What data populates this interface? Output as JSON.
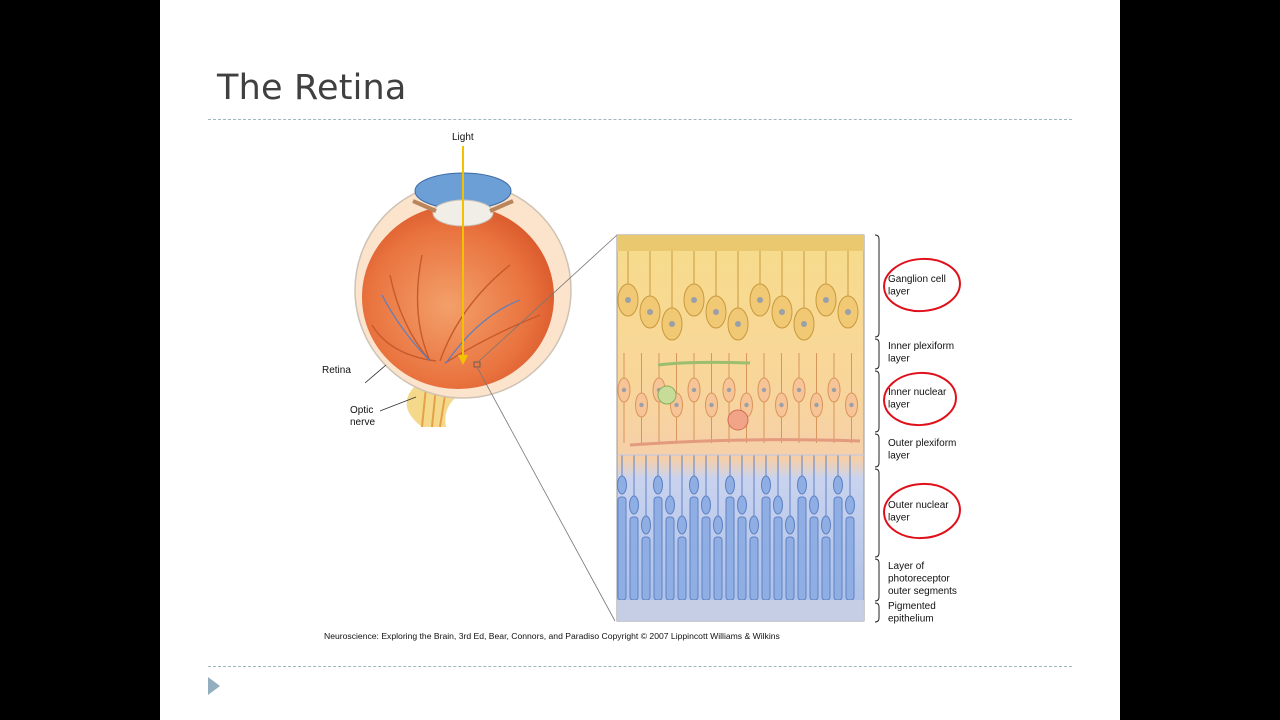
{
  "slide": {
    "title": "The Retina"
  },
  "figure": {
    "eye_labels": {
      "light": "Light",
      "retina": "Retina",
      "optic_nerve_1": "Optic",
      "optic_nerve_2": "nerve"
    },
    "layers": [
      {
        "line1": "Ganglion cell",
        "line2": "layer",
        "line3": "",
        "circled": true
      },
      {
        "line1": "Inner plexiform",
        "line2": "layer",
        "line3": "",
        "circled": false
      },
      {
        "line1": "Inner nuclear",
        "line2": "layer",
        "line3": "",
        "circled": true
      },
      {
        "line1": "Outer plexiform",
        "line2": "layer",
        "line3": "",
        "circled": false
      },
      {
        "line1": "Outer nuclear",
        "line2": "layer",
        "line3": "",
        "circled": true
      },
      {
        "line1": "Layer of",
        "line2": "photoreceptor",
        "line3": "outer segments",
        "circled": false
      },
      {
        "line1": "Pigmented",
        "line2": "epithelium",
        "line3": "",
        "circled": false
      }
    ],
    "credit": "Neuroscience: Exploring the Brain, 3rd Ed, Bear, Connors, and Paradiso Copyright © 2007 Lippincott Williams & Wilkins",
    "annotation_color": "#e0101a",
    "light_color": "#f2c200"
  }
}
